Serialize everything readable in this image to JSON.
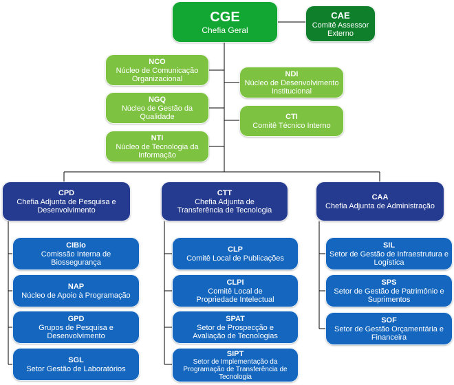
{
  "colors": {
    "dark_green": "#0f7f2c",
    "green": "#12a732",
    "light_green": "#7ec241",
    "navy": "#253b8f",
    "blue": "#1466be",
    "line": "#000000"
  },
  "org": {
    "cge": {
      "code": "CGE",
      "name": "Chefia Geral"
    },
    "cae": {
      "code": "CAE",
      "name": "Comitê Assessor Externo"
    },
    "nco": {
      "code": "NCO",
      "name": "Núcleo de Comunicação Organizacional"
    },
    "ngq": {
      "code": "NGQ",
      "name": "Núcleo de Gestão da Qualidade"
    },
    "nti": {
      "code": "NTI",
      "name": "Núcleo de Tecnologia da Informação"
    },
    "ndi": {
      "code": "NDI",
      "name": "Núcleo de Desenvolvimento Institucional"
    },
    "cti": {
      "code": "CTI",
      "name": "Comitê Técnico Interno"
    },
    "cpd": {
      "code": "CPD",
      "name": "Chefia Adjunta de Pesquisa e Desenvolvimento"
    },
    "ctt": {
      "code": "CTT",
      "name": "Chefia Adjunta de Transferência de Tecnologia"
    },
    "caa": {
      "code": "CAA",
      "name": "Chefia Adjunta de Administração"
    },
    "cibio": {
      "code": "CIBio",
      "name": "Comissão Interna de Biossegurança"
    },
    "nap": {
      "code": "NAP",
      "name": "Núcleo de Apoio à Programação"
    },
    "gpd": {
      "code": "GPD",
      "name": "Grupos de Pesquisa e Desenvolvimento"
    },
    "sgl": {
      "code": "SGL",
      "name": "Setor Gestão de Laboratórios"
    },
    "clp": {
      "code": "CLP",
      "name": "Comitê Local de Publicações"
    },
    "clpi": {
      "code": "CLPI",
      "name": "Comitê Local de Propriedade Intelectual"
    },
    "spat": {
      "code": "SPAT",
      "name": "Setor de Prospecção e Avaliação de Tecnologias"
    },
    "sipt": {
      "code": "SIPT",
      "name": "Setor de Implementação da Programação de Transferência de Tecnologia"
    },
    "sil": {
      "code": "SIL",
      "name": "Setor de Gestão de Infraestrutura e Logística"
    },
    "sps": {
      "code": "SPS",
      "name": "Setor de Gestão de Patrimônio e Suprimentos"
    },
    "sof": {
      "code": "SOF",
      "name": "Setor de Gestão Orçamentária e Financeira"
    }
  }
}
